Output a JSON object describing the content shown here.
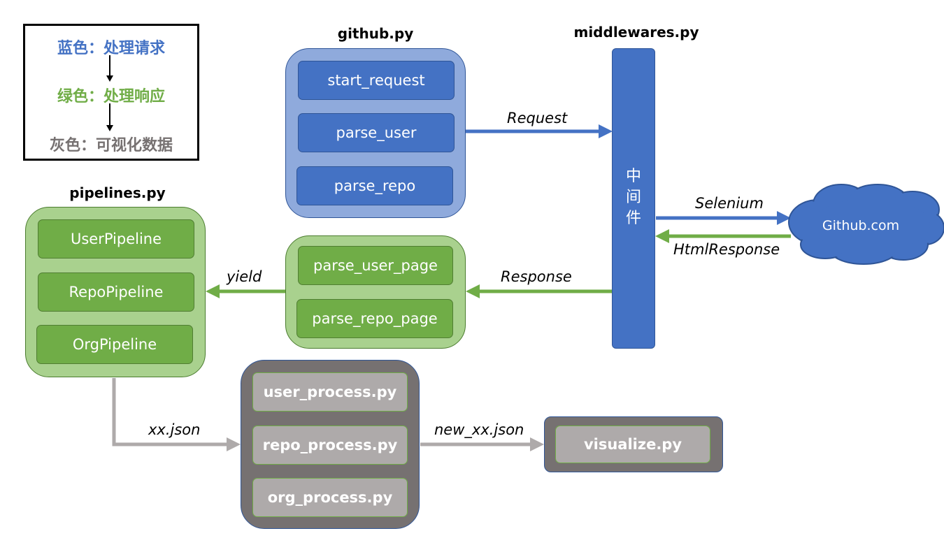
{
  "legend": {
    "blue": "蓝色：处理请求",
    "green": "绿色：处理响应",
    "gray": "灰色：可视化数据"
  },
  "titles": {
    "github": "github.py",
    "middlewares": "middlewares.py",
    "pipelines": "pipelines.py"
  },
  "spider_requests": [
    "start_request",
    "parse_user",
    "parse_repo"
  ],
  "spider_parsers": [
    "parse_user_page",
    "parse_repo_page"
  ],
  "pipelines": [
    "UserPipeline",
    "RepoPipeline",
    "OrgPipeline"
  ],
  "processors": [
    "user_process.py",
    "repo_process.py",
    "org_process.py"
  ],
  "visualize": "visualize.py",
  "middleware_text": "中间件",
  "cloud_label": "Github.com",
  "edge_labels": {
    "request": "Request",
    "selenium": "Selenium",
    "html_response": "HtmlResponse",
    "response": "Response",
    "yield": "yield",
    "xx_json": "xx.json",
    "new_xx_json": "new_xx.json"
  },
  "colors": {
    "blue": "#4472c4",
    "blue_light": "#8faadc",
    "green": "#70ad47",
    "green_light": "#a9d18e",
    "gray_dark": "#767171",
    "gray_light": "#aeaaaa"
  }
}
